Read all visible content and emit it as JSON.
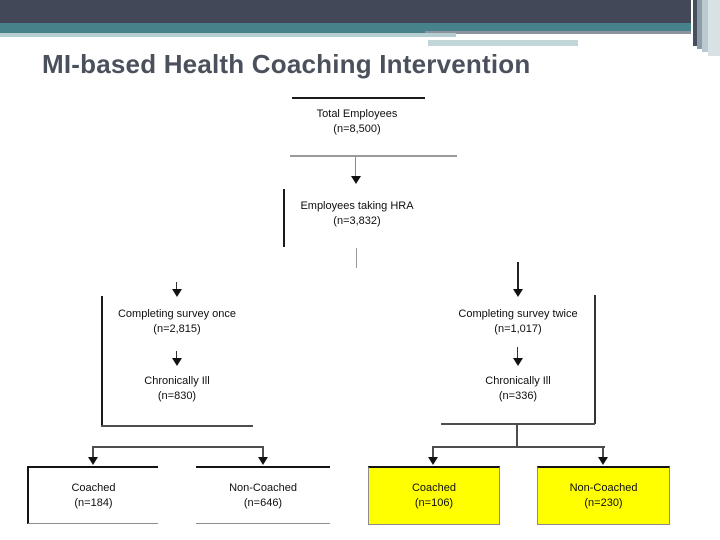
{
  "slide": {
    "title": "MI-based Health Coaching Intervention"
  },
  "theme": {
    "header_dark": "#424857",
    "header_teal": "#47828b",
    "header_light_strip": "#b5ced2",
    "title_color": "#4b515c",
    "highlight_color": "#ffff00",
    "line_color": "#1a1a1a"
  },
  "flowchart": {
    "nodes": [
      {
        "id": "total-employees",
        "label": "Total Employees",
        "n": "(n=8,500)",
        "highlight": false
      },
      {
        "id": "employees-taking-hra",
        "label": "Employees taking HRA",
        "n": "(n=3,832)",
        "highlight": false
      },
      {
        "id": "survey-once",
        "label": "Completing survey once",
        "n": "(n=2,815)",
        "highlight": false
      },
      {
        "id": "survey-twice",
        "label": "Completing survey twice",
        "n": "(n=1,017)",
        "highlight": false
      },
      {
        "id": "chronically-ill-once",
        "label": "Chronically Ill",
        "n": "(n=830)",
        "highlight": false
      },
      {
        "id": "chronically-ill-twice",
        "label": "Chronically Ill",
        "n": "(n=336)",
        "highlight": false
      },
      {
        "id": "coached-once",
        "label": "Coached",
        "n": "(n=184)",
        "highlight": false
      },
      {
        "id": "non-coached-once",
        "label": "Non-Coached",
        "n": "(n=646)",
        "highlight": false
      },
      {
        "id": "coached-twice",
        "label": "Coached",
        "n": "(n=106)",
        "highlight": true
      },
      {
        "id": "non-coached-twice",
        "label": "Non-Coached",
        "n": "(n=230)",
        "highlight": true
      }
    ]
  }
}
